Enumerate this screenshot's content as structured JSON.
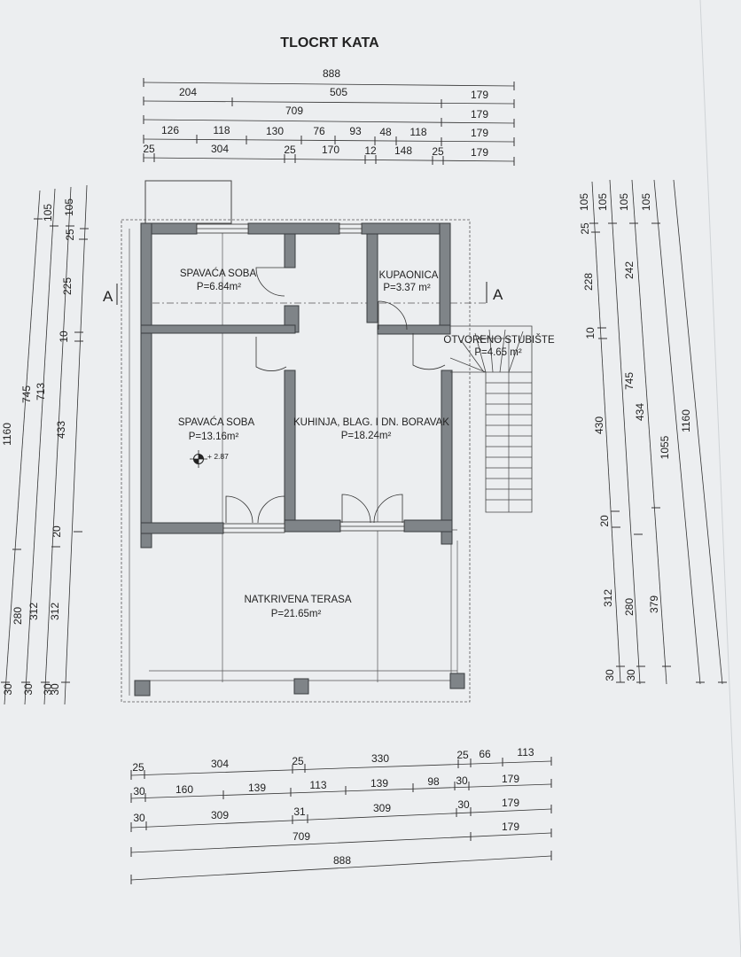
{
  "title": "TLOCRT KATA",
  "rooms": {
    "bed1": {
      "name": "SPAVAĆA SOBA",
      "area": "P=6.84m²"
    },
    "bath": {
      "name": "KUPAONICA",
      "area": "P=3.37 m²"
    },
    "stairs": {
      "name": "OTVORENO STUBIŠTE",
      "area": "P=4.65 m²"
    },
    "bed2": {
      "name": "SPAVAĆA SOBA",
      "area": "P=13.16m²"
    },
    "kitchen": {
      "name": "KUHINJA, BLAG. I DN. BORAVAK",
      "area": "P=18.24m²"
    },
    "terrace": {
      "name": "NATKRIVENA TERASA",
      "area": "P=21.65m²"
    }
  },
  "level_mark": "+ 2.87",
  "section_mark": "A",
  "dims": {
    "top": {
      "r1": [
        "888"
      ],
      "r2": [
        "204",
        "505",
        "179"
      ],
      "r3": [
        "709",
        "179"
      ],
      "r4": [
        "126",
        "118",
        "130",
        "76",
        "93",
        "48",
        "118",
        "179"
      ],
      "r5": [
        "25",
        "304",
        "25",
        "170",
        "12",
        "148",
        "25",
        "179"
      ]
    },
    "bottom": {
      "r1": [
        "25",
        "304",
        "25",
        "330",
        "25",
        "66",
        "113"
      ],
      "r2": [
        "30",
        "160",
        "139",
        "113",
        "139",
        "98",
        "30",
        "179"
      ],
      "r3": [
        "30",
        "309",
        "31",
        "309",
        "30",
        "179"
      ],
      "r4": [
        "709",
        "179"
      ],
      "r5": [
        "888"
      ]
    },
    "left": {
      "c1": [
        "1160",
        "30"
      ],
      "c2": [
        "745",
        "280",
        "30"
      ],
      "c3": [
        "105",
        "713",
        "312",
        "30"
      ],
      "c4": [
        "105",
        "25",
        "225",
        "10",
        "433",
        "20",
        "312",
        "30"
      ]
    },
    "right": {
      "c1": [
        "105",
        "25",
        "228",
        "10",
        "430",
        "20",
        "312",
        "30"
      ],
      "c2": [
        "105",
        "242",
        "745",
        "434",
        "280",
        "30"
      ],
      "c3": [
        "105",
        "1055",
        "379"
      ],
      "c4": [
        "105",
        "1160"
      ]
    }
  }
}
